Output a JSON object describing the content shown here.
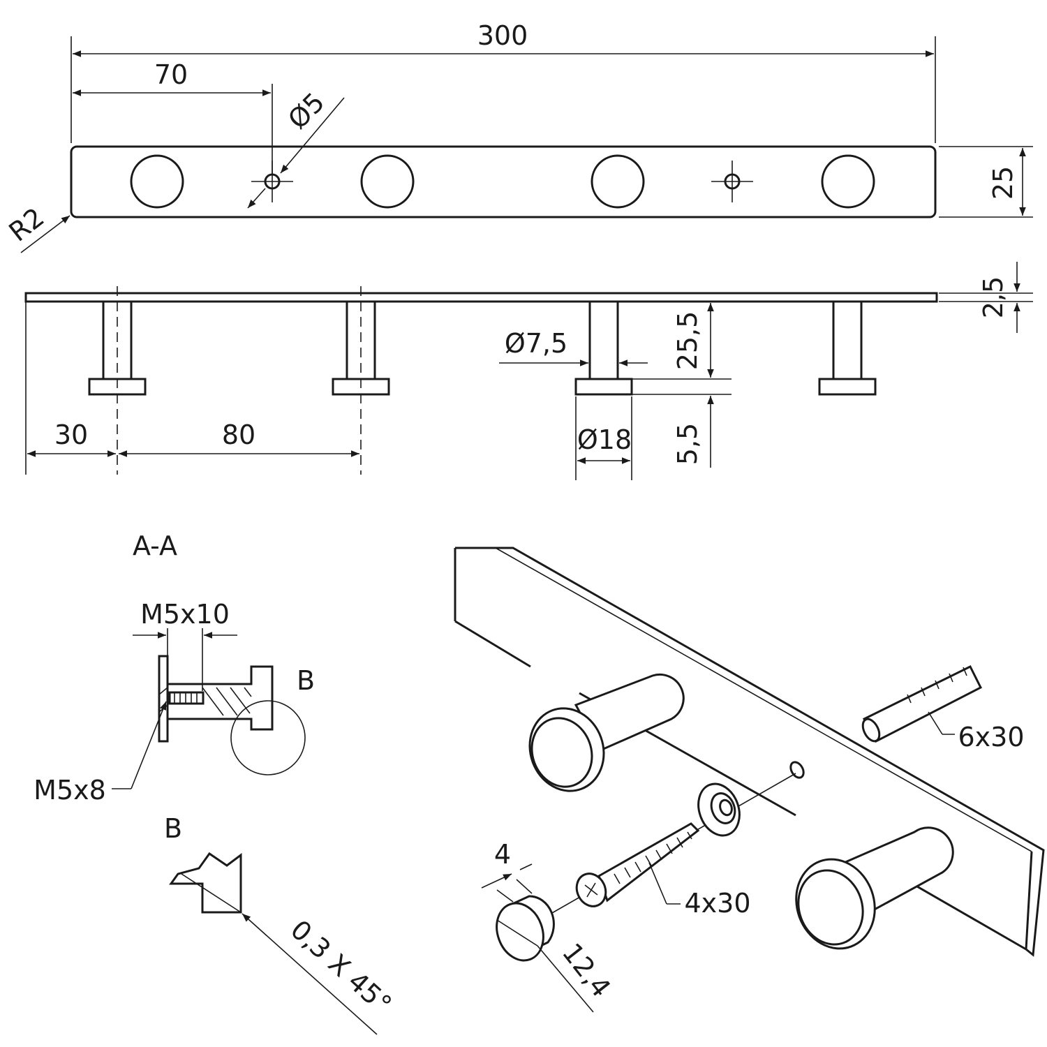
{
  "top_view": {
    "overall_length": "300",
    "first_hole_offset": "70",
    "hole_diameter": "Ø5",
    "height": "25",
    "corner_radius": "R2"
  },
  "side_view": {
    "plate_thickness": "2,5",
    "pin_diameter": "Ø7,5",
    "pin_length": "25,5",
    "knob_diameter": "Ø18",
    "knob_thickness": "5,5",
    "edge_offset": "30",
    "hook_spacing": "80"
  },
  "section": {
    "title": "A-A",
    "thread_length": "M5x10",
    "screw": "M5x8",
    "detail_callout": "B"
  },
  "detail": {
    "title": "B",
    "chamfer": "0,3 X 45°"
  },
  "isometric": {
    "cap_thickness": "4",
    "cap_diameter": "12,4",
    "wood_screw": "4x30",
    "wall_plug": "6x30"
  }
}
